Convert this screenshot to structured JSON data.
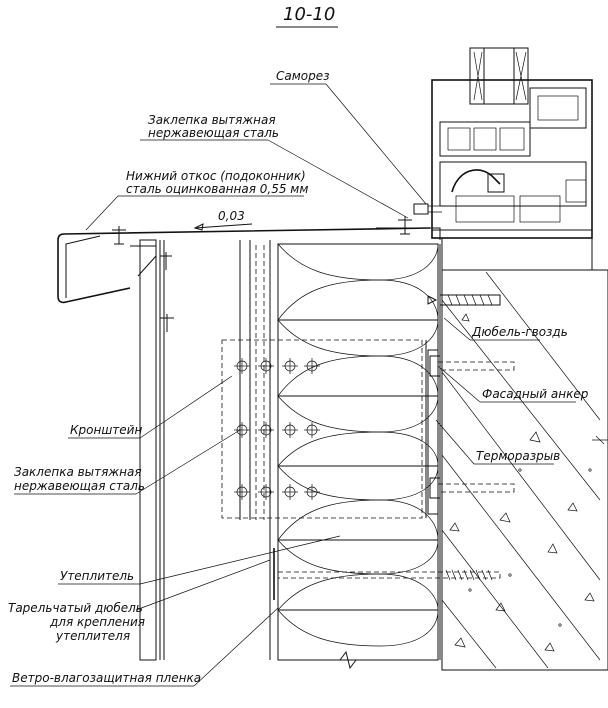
{
  "title": "10-10",
  "labels": {
    "samorez": "Саморез",
    "rivet_top_1": "Заклепка вытяжная",
    "rivet_top_2": "нержавеющая сталь",
    "slope_1": "Нижний откос (подоконник)",
    "slope_2": "сталь оцинкованная 0,55 мм",
    "slope_value": "0,03",
    "dowel_nail": "Дюбель-гвоздь",
    "facade_anchor": "Фасадный анкер",
    "thermal_break": "Терморазрыв",
    "bracket": "Кронштейн",
    "rivet_left_1": "Заклепка вытяжная",
    "rivet_left_2": "нержавеющая сталь",
    "insulation": "Утеплитель",
    "plate_dowel_1": "Тарельчатый дюбель",
    "plate_dowel_2": "для крепления",
    "plate_dowel_3": "утеплителя",
    "membrane": "Ветро-влагозащитная пленка"
  }
}
